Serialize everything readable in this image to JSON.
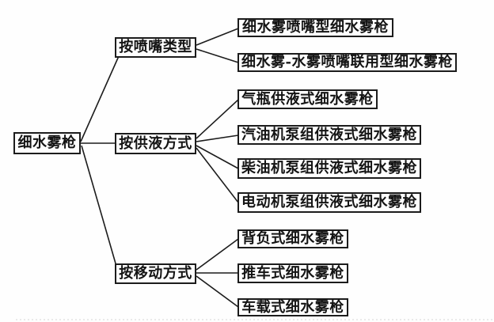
{
  "figure": {
    "root": {
      "label": "细水雾枪"
    },
    "branches": [
      {
        "label": "按喷嘴类型",
        "children": [
          {
            "label": "细水雾喷嘴型细水雾枪"
          },
          {
            "label": "细水雾-水雾喷嘴联用型细水雾枪"
          }
        ]
      },
      {
        "label": "按供液方式",
        "children": [
          {
            "label": "气瓶供液式细水雾枪"
          },
          {
            "label": "汽油机泵组供液式细水雾枪"
          },
          {
            "label": "柴油机泵组供液式细水雾枪"
          },
          {
            "label": "电动机泵组供液式细水雾枪"
          }
        ]
      },
      {
        "label": "按移动方式",
        "children": [
          {
            "label": "背负式细水雾枪"
          },
          {
            "label": "推车式细水雾枪"
          },
          {
            "label": "车载式细水雾枪"
          }
        ]
      }
    ],
    "colors": {
      "line": "#1c1c1c",
      "box_border": "#1c1c1c",
      "text": "#141414",
      "background": "#fefefe",
      "scan_artifact": "#d6d6d6"
    }
  }
}
